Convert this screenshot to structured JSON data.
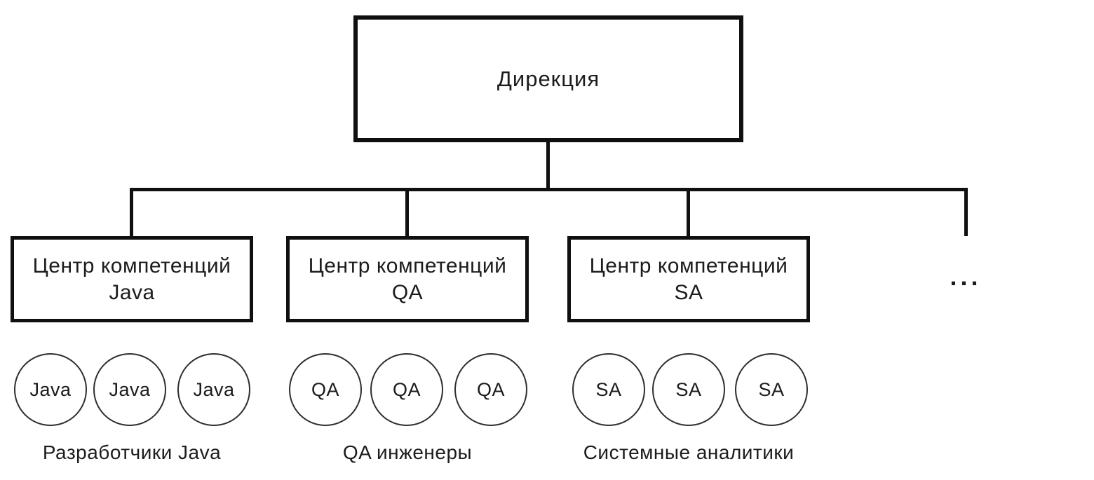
{
  "diagram": {
    "type": "org-chart",
    "root": {
      "label": "Дирекция"
    },
    "ellipsis": "...",
    "departments": [
      {
        "box_line1": "Центр компетенций",
        "box_line2": "Java",
        "members": [
          "Java",
          "Java",
          "Java"
        ],
        "caption": "Разработчики Java"
      },
      {
        "box_line1": "Центр компетенций",
        "box_line2": "QA",
        "members": [
          "QA",
          "QA",
          "QA"
        ],
        "caption": "QA инженеры"
      },
      {
        "box_line1": "Центр компетенций",
        "box_line2": "SA",
        "members": [
          "SA",
          "SA",
          "SA"
        ],
        "caption": "Системные аналитики"
      }
    ],
    "colors": {
      "line": "#101010",
      "text": "#1c1c1c",
      "background": "#ffffff"
    }
  }
}
